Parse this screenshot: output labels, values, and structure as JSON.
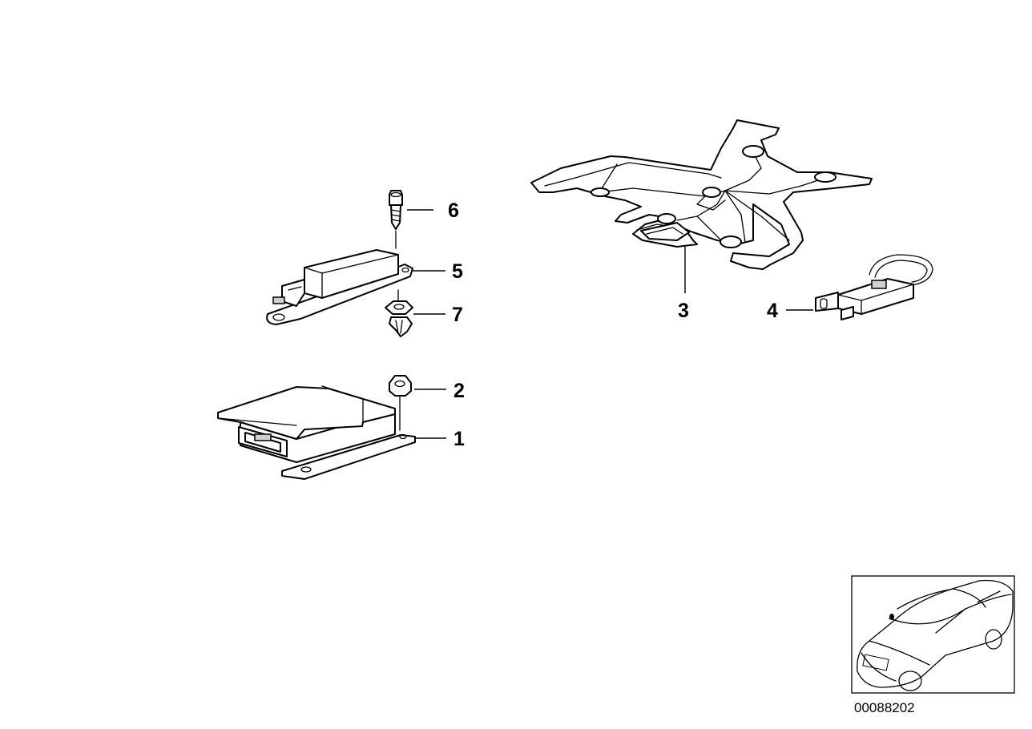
{
  "callouts": {
    "c1": "1",
    "c2": "2",
    "c3": "3",
    "c4": "4",
    "c5": "5",
    "c6": "6",
    "c7": "7"
  },
  "document_number": "00088202",
  "icons": {
    "control_unit": "airbag-control-unit-icon",
    "nut": "hex-nut-icon",
    "seat_mat": "seat-occupancy-sensor-mat-icon",
    "sensor_harness": "sensor-with-wiring-icon",
    "side_sensor": "side-impact-sensor-icon",
    "screw": "screw-icon",
    "clip": "expanding-clip-icon",
    "car": "car-location-thumbnail-icon"
  }
}
